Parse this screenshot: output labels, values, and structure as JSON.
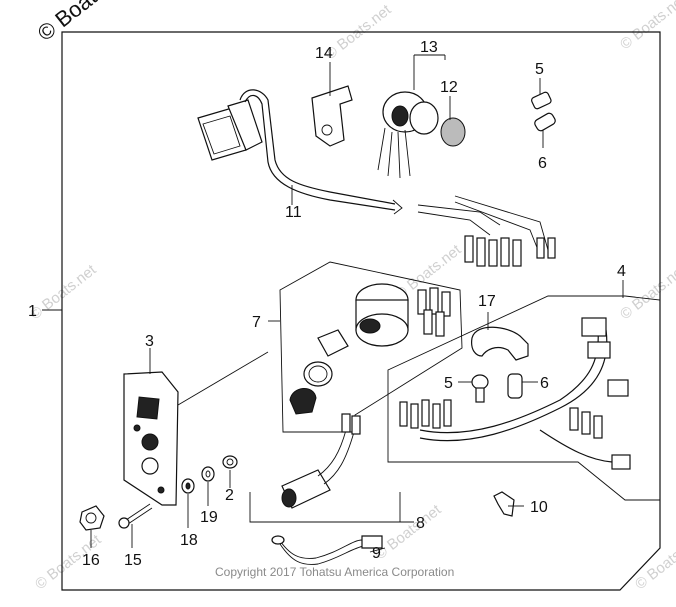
{
  "watermark": {
    "corner_text": "© Boats.net",
    "repeat_text": "© Boats.net"
  },
  "copyright": "Copyright 2017 Tohatsu America Corporation",
  "callouts": {
    "p1": "1",
    "p2": "2",
    "p3": "3",
    "p4": "4",
    "p5a": "5",
    "p5b": "5",
    "p6a": "6",
    "p6b": "6",
    "p7": "7",
    "p8": "8",
    "p9": "9",
    "p10": "10",
    "p11": "11",
    "p12": "12",
    "p13": "13",
    "p14": "14",
    "p15": "15",
    "p16": "16",
    "p17": "17",
    "p18": "18",
    "p19": "19"
  }
}
